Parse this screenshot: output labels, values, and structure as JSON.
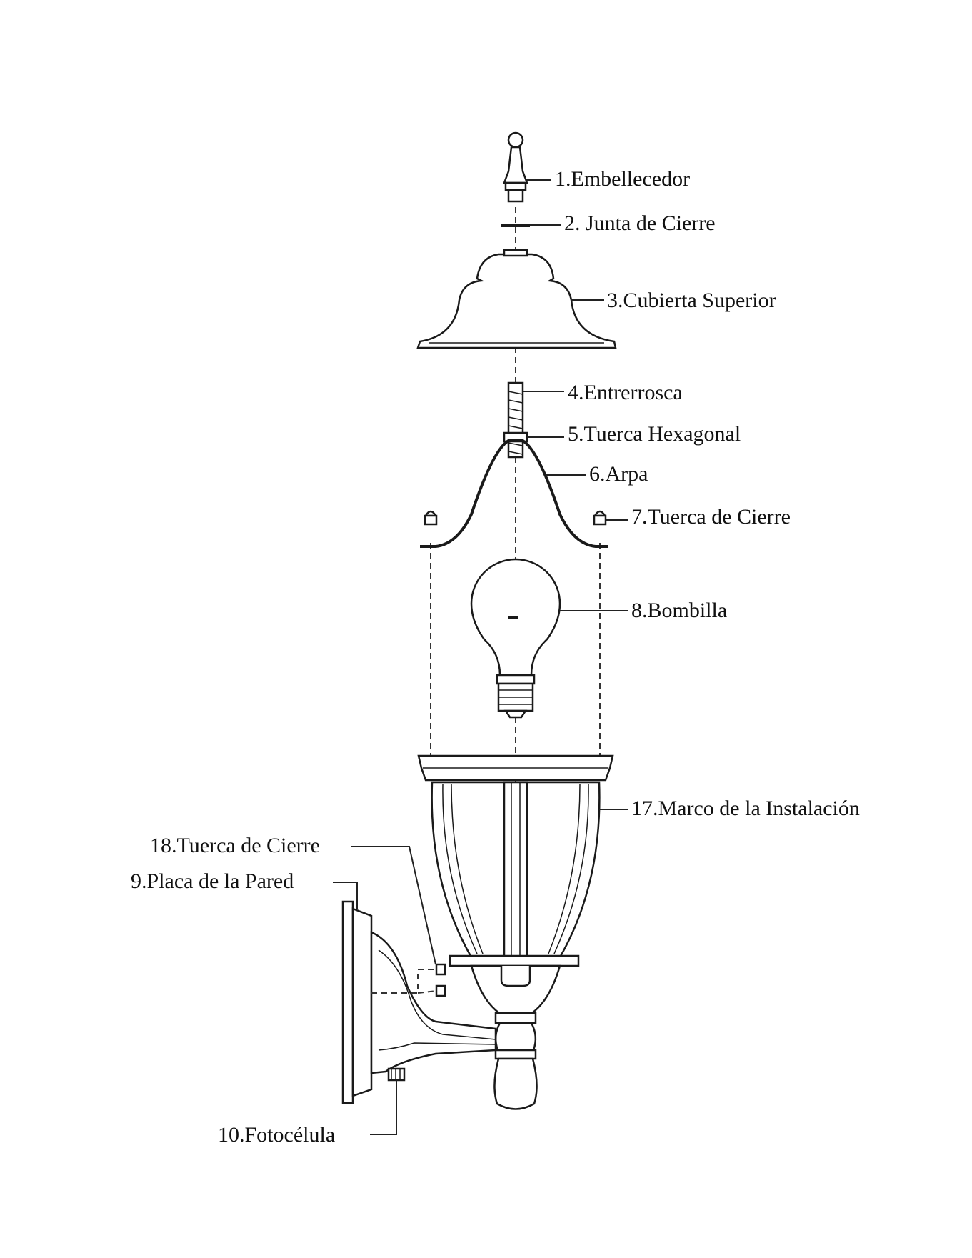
{
  "colors": {
    "ink": "#1a1a1a",
    "background": "#ffffff"
  },
  "labels": {
    "p1": "1.Embellecedor",
    "p2": "2. Junta de Cierre",
    "p3": "3.Cubierta Superior",
    "p4": "4.Entrerrosca",
    "p5": "5.Tuerca Hexagonal",
    "p6": "6.Arpa",
    "p7": "7.Tuerca de Cierre",
    "p8": "8.Bombilla",
    "p17": "17.Marco de la Instalación",
    "p18": "18.Tuerca de Cierre",
    "p9": "9.Placa de la Pared",
    "p10": "10.Fotocélula"
  }
}
